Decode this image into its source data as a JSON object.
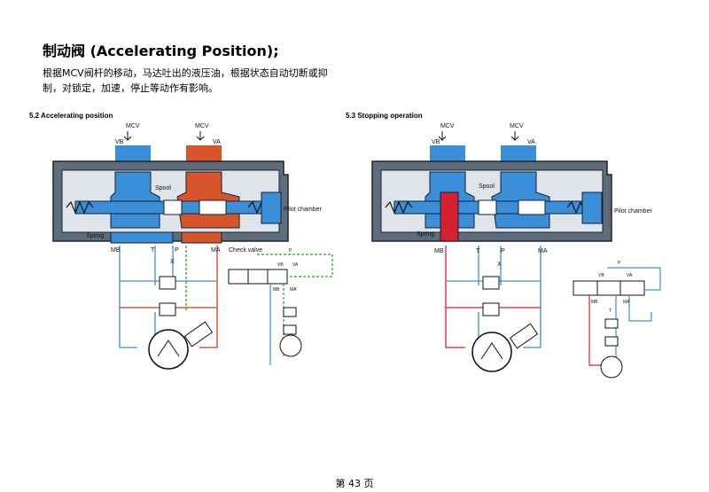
{
  "slide": {
    "title": "制动阀 (Accelerating Position);",
    "description": "根据MCV阀杆的移动，马达吐出的液压油，根据状态自动切断或抑制，对锁定，加速，停止等动作有影响。",
    "page_number": "第 43 页"
  },
  "diagram_left": {
    "title": "5.2 Accelerating position",
    "labels": {
      "mcv_left": "MCV",
      "mcv_right": "MCV",
      "vb": "VB",
      "va": "VA",
      "spool": "Spool",
      "pilot_chamber": "Pilot chamber",
      "spring": "Spring",
      "check_valve": "Check valve",
      "mb": "MB",
      "t": "T",
      "p": "P",
      "ma": "MA",
      "x": "X",
      "mini_vb": "VB",
      "mini_va": "VA",
      "mini_mb": "MB",
      "mini_ma": "MA",
      "mini_p": "P"
    }
  },
  "diagram_right": {
    "title": "5.3 Stopping operation",
    "labels": {
      "mcv_left": "MCV",
      "mcv_right": "MCV",
      "vb": "VB",
      "va": "VA",
      "spool": "Spool",
      "pilot_chamber": "Pilot chamber",
      "spring": "Spring",
      "mb": "MB",
      "t": "T",
      "p": "P",
      "ma": "MA",
      "x": "X",
      "mini_vb": "VB",
      "mini_va": "VA",
      "mini_mb": "MB",
      "mini_ma": "MA",
      "mini_p": "P",
      "mini_t": "T"
    }
  },
  "colors": {
    "high_pressure": "#d83a1a",
    "return_line": "#3a8fd8",
    "pilot_line": "#2a9a2a",
    "pressure_line": "#d42030",
    "body": "#3a4a5a"
  }
}
